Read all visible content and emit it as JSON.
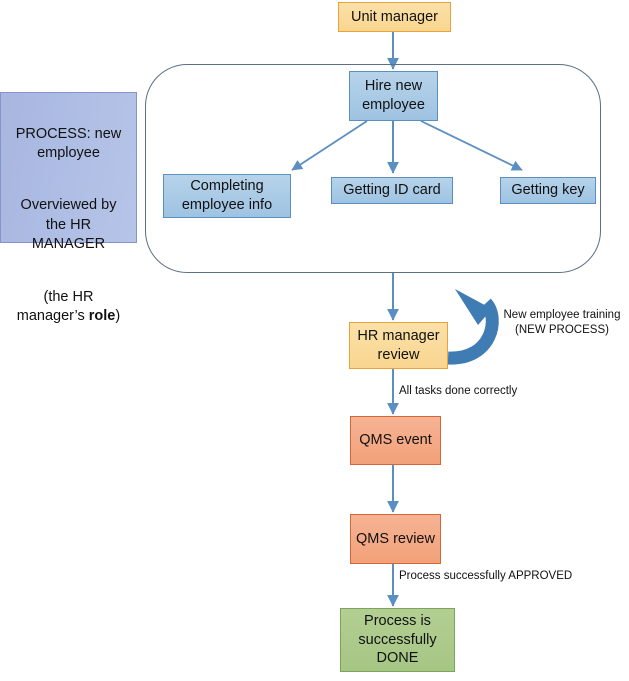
{
  "diagram": {
    "title_present": false,
    "colors": {
      "yellow_fill": "#f9d68f",
      "yellow_border": "#e8a33d",
      "blue_fill": "#9ec3e2",
      "blue_border": "#5a8fc0",
      "orange_fill": "#f2a179",
      "orange_border": "#d4663a",
      "green_fill": "#a6c684",
      "green_border": "#7ba559",
      "purple_fill": "#aebde4",
      "purple_border": "#8494cc",
      "arrow_color": "#5b8fc2",
      "loop_arrow_color": "#3f7cb4",
      "container_border": "#5b6f85"
    },
    "callout": {
      "line1": "PROCESS: new employee",
      "line2": "Overviewed by the HR MANAGER",
      "line3_prefix": "(the HR manager’s ",
      "line3_bold": "role",
      "line3_suffix": ")"
    },
    "nodes": {
      "unit_manager": "Unit manager",
      "hire_new_employee": "Hire new employee",
      "completing_employee_info": "Completing employee info",
      "getting_id_card": "Getting ID card",
      "getting_key": "Getting key",
      "hr_manager_review": "HR manager review",
      "qms_event": "QMS event",
      "qms_review": "QMS review",
      "process_done": "Process is successfully DONE"
    },
    "edge_labels": {
      "loop_training": "New employee training (NEW PROCESS)",
      "all_tasks_done": "All tasks done correctly",
      "process_approved": "Process successfully APPROVED"
    }
  }
}
